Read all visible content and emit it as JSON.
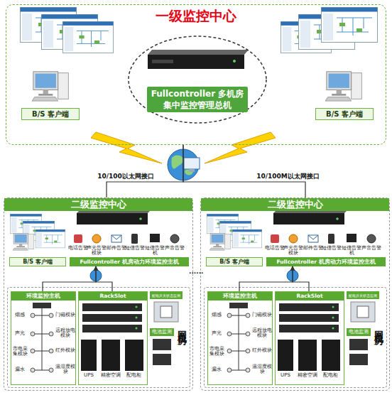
{
  "diagram": {
    "nodes": [
      {
        "text": [
          "一级监控中心"
        ]
      },
      {
        "text": [
          "Fullcontroller 多机房 集中监控管理总机"
        ],
        "in": 0
      },
      {
        "text": [
          "B/S 客户端"
        ],
        "in": 0
      },
      {
        "text": [
          "B/S 客户端"
        ],
        "in": 0
      },
      {
        "text": [
          "二级监控中心"
        ]
      },
      {
        "text": [
          "B/S 客户端"
        ],
        "in": 4
      },
      {
        "text": [
          "Fullcontroller 机房动力环境监控主机"
        ],
        "in": 4
      },
      {
        "text": [
          "网点机房"
        ],
        "in": 4
      },
      {
        "text": [
          "环境监控主机"
        ],
        "in": 7
      },
      {
        "text": [
          "RackSlot"
        ],
        "in": 7
      },
      {
        "text": [
          "配电开关状态监测"
        ],
        "in": 7
      },
      {
        "text": [
          "电池监测"
        ],
        "in": 7
      },
      {
        "text": [
          "二级监控中心"
        ]
      },
      {
        "text": [
          "B/S 客户端"
        ],
        "in": 12
      },
      {
        "text": [
          "Fullcontroller 机房动力环境监控主机"
        ],
        "in": 12
      },
      {
        "text": [
          "网点机房"
        ],
        "in": 12
      },
      {
        "text": [
          "环境监控主机"
        ],
        "in": 15
      },
      {
        "text": [
          "RackSlot"
        ],
        "in": 15
      },
      {
        "text": [
          "配电开关状态监测"
        ],
        "in": 15
      },
      {
        "text": [
          "电池监测"
        ],
        "in": 15
      }
    ],
    "edges": [
      {
        "from": 4,
        "to": 0,
        "label": "10/100以太网接口",
        "arrow": "none"
      },
      {
        "from": 12,
        "to": 0,
        "label": "10/100M以太网接口",
        "arrow": "none"
      },
      {
        "from": 8,
        "to": 6,
        "arrow": "to"
      },
      {
        "from": 9,
        "to": 6,
        "arrow": "to"
      },
      {
        "from": 16,
        "to": 14,
        "arrow": "to"
      },
      {
        "from": 17,
        "to": 14,
        "arrow": "to"
      }
    ],
    "labels": [
      "电话告警",
      "声光告警模块",
      "邮件告警",
      "短信告警",
      "短信告警机",
      "声音告警",
      "烟感",
      "门磁模块",
      "声光",
      "远程放电模块",
      "市电采集模块",
      "红外模块",
      "漏水",
      "温湿度模块",
      "UPS",
      "精密空调",
      "配电柜",
      "......",
      "电话告警",
      "声光告警模块",
      "邮件告警",
      "短信告警",
      "短信告警机",
      "声音告警",
      "烟感",
      "门磁模块",
      "声光",
      "远程放电模块",
      "市电采集模块",
      "红外模块",
      "漏水",
      "温湿度模块",
      "UPS",
      "精密空调",
      "配电柜"
    ]
  }
}
